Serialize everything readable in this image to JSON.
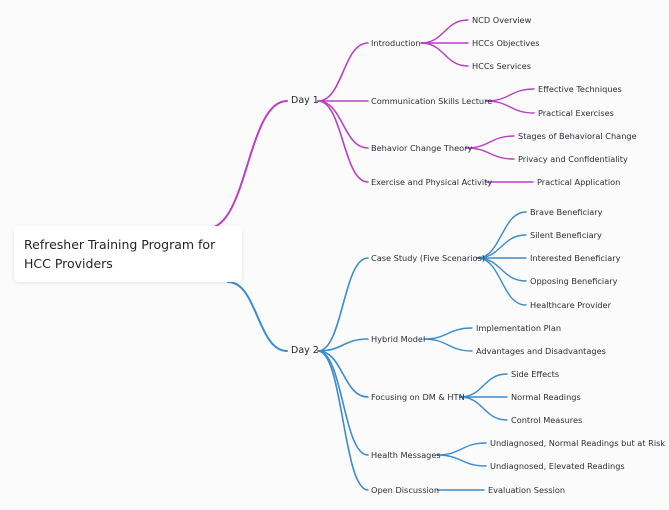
{
  "root": "Refresher Training Program for HCC Providers",
  "colors": {
    "day1": "#b93fc4",
    "day2": "#3a8bd0",
    "root_edge": "#b93fc4"
  },
  "day1": {
    "label": "Day 1",
    "topics": [
      {
        "label": "Introduction",
        "children": [
          "NCD Overview",
          "HCCs Objectives",
          "HCCs Services"
        ]
      },
      {
        "label": "Communication Skills Lecture",
        "children": [
          "Effective Techniques",
          "Practical Exercises"
        ]
      },
      {
        "label": "Behavior Change Theory",
        "children": [
          "Stages of Behavioral Change",
          "Privacy and Confidentiality"
        ]
      },
      {
        "label": "Exercise and Physical Activity",
        "children": [
          "Practical Application"
        ]
      }
    ]
  },
  "day2": {
    "label": "Day 2",
    "topics": [
      {
        "label": "Case Study (Five Scenarios)",
        "children": [
          "Brave Beneficiary",
          "Silent Beneficiary",
          "Interested Beneficiary",
          "Opposing Beneficiary",
          "Healthcare Provider"
        ]
      },
      {
        "label": "Hybrid Model",
        "children": [
          "Implementation Plan",
          "Advantages and Disadvantages"
        ]
      },
      {
        "label": "Focusing on DM & HTN",
        "children": [
          "Side Effects",
          "Normal Readings",
          "Control Measures"
        ]
      },
      {
        "label": "Health Messages",
        "children": [
          "Undiagnosed, Normal Readings but at Risk",
          "Undiagnosed, Elevated Readings"
        ]
      },
      {
        "label": "Open Discussion",
        "children": [
          "Evaluation Session"
        ]
      }
    ]
  }
}
